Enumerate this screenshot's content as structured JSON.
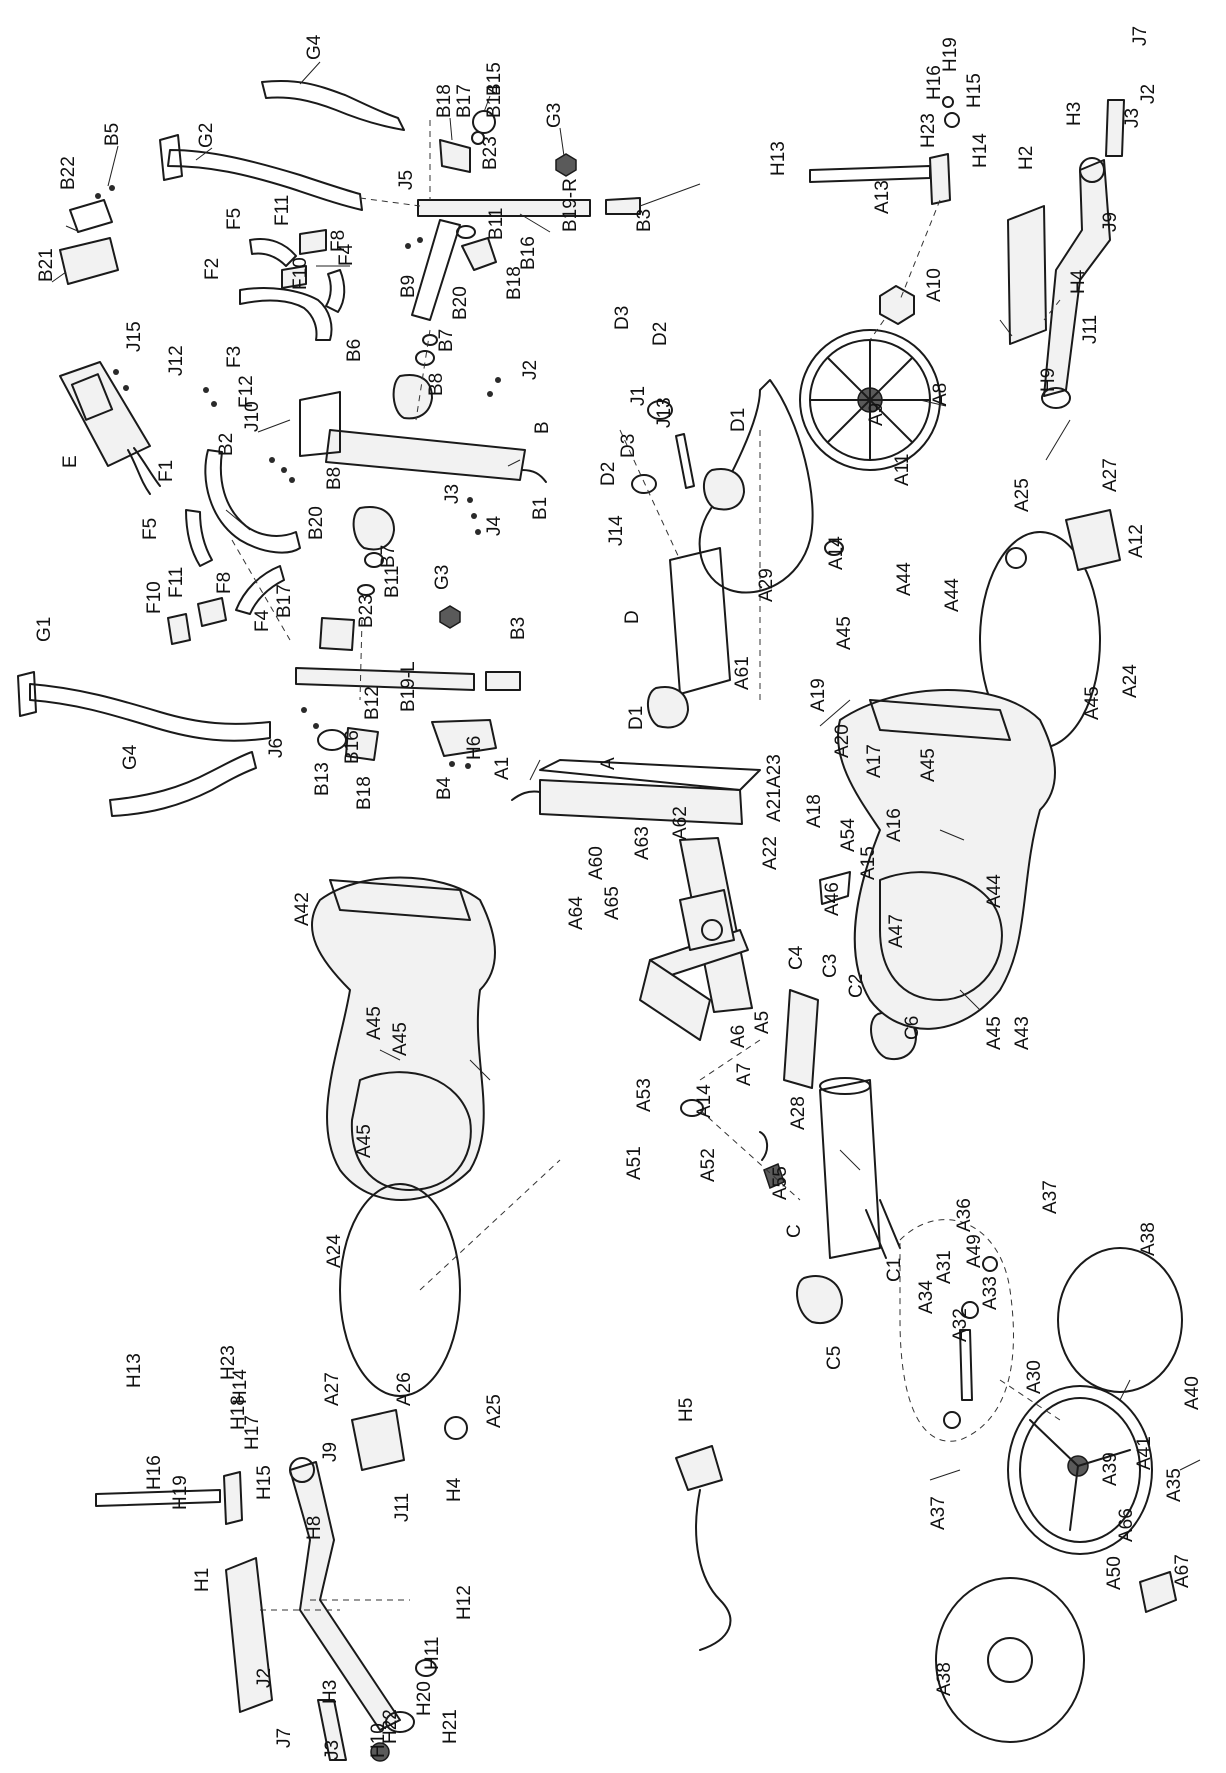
{
  "labels": [
    "G4",
    "G2",
    "B18",
    "B17",
    "B15",
    "B14",
    "G3",
    "B23",
    "J5",
    "B22",
    "B5",
    "B21",
    "F5",
    "F11",
    "F8",
    "F4",
    "F10",
    "F2",
    "B11",
    "B19-R",
    "B3",
    "B16",
    "B9",
    "B20",
    "B7",
    "B18",
    "J15",
    "J12",
    "F3",
    "F12",
    "B6",
    "B8",
    "J2",
    "E",
    "F1",
    "B2",
    "J10",
    "B",
    "B1",
    "J3",
    "J4",
    "B8",
    "B20",
    "B7",
    "B11",
    "G3",
    "F5",
    "F10",
    "F11",
    "F8",
    "F4",
    "B17",
    "B23",
    "B3",
    "G1",
    "J6",
    "B12",
    "B13",
    "B19-L",
    "B16",
    "H6",
    "G4",
    "B18",
    "B4",
    "A1",
    "H13",
    "H23",
    "H16",
    "H19",
    "H15",
    "H14",
    "J7",
    "J2",
    "H3",
    "J3",
    "H2",
    "J9",
    "J11",
    "H4",
    "H9",
    "A13",
    "A10",
    "A8",
    "A9",
    "A11",
    "A14",
    "A29",
    "D3",
    "D2",
    "D3",
    "J1",
    "J13",
    "D1",
    "D2",
    "J14",
    "D",
    "D1",
    "A27",
    "A25",
    "A12",
    "A24",
    "A44",
    "A45",
    "A44",
    "A45",
    "A19",
    "A20",
    "A17",
    "A45",
    "A16",
    "A15",
    "A54",
    "A18",
    "A23",
    "A21",
    "A22",
    "A61",
    "A",
    "A62",
    "A63",
    "A60",
    "A64",
    "A65",
    "A46",
    "A47",
    "A44",
    "A45",
    "A43",
    "C4",
    "C3",
    "C2",
    "C6",
    "A5",
    "A6",
    "A7",
    "A42",
    "A45",
    "A45",
    "A45",
    "A53",
    "A14",
    "A51",
    "A52",
    "A55",
    "A28",
    "C",
    "C1",
    "C5",
    "A24",
    "A27",
    "A26",
    "A25",
    "H13",
    "H23",
    "H14",
    "H18",
    "H17",
    "H16",
    "H15",
    "H19",
    "J9",
    "H4",
    "J11",
    "H8",
    "H1",
    "H12",
    "H11",
    "J2",
    "H3",
    "J7",
    "J3",
    "H20",
    "H21",
    "H22",
    "H10",
    "H5",
    "A36",
    "A49",
    "A31",
    "A33",
    "A34",
    "A32",
    "A37",
    "A38",
    "A30",
    "A40",
    "A35",
    "A41",
    "A39",
    "A66",
    "A67",
    "A37",
    "A50",
    "A38"
  ]
}
